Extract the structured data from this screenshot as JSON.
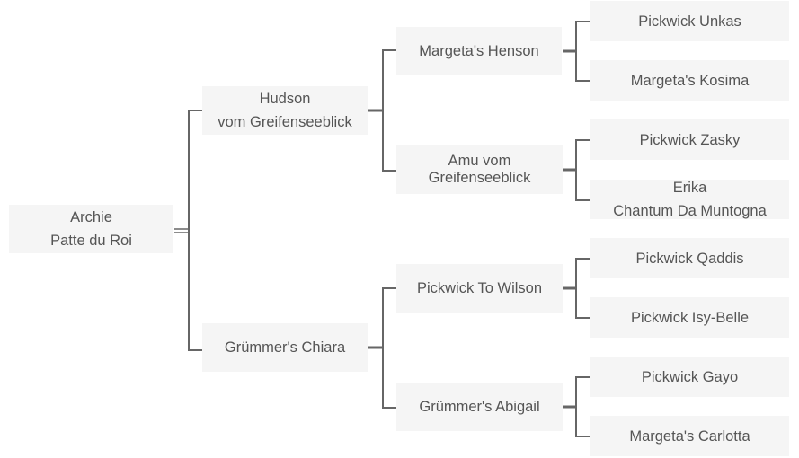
{
  "subject": {
    "line1": "Archie",
    "line2": "Patte du Roi"
  },
  "parents": [
    {
      "line1": "Hudson",
      "line2": "vom Greifenseeblick"
    },
    {
      "line1": "Grümmer's Chiara"
    }
  ],
  "grandparents": [
    {
      "line1": "Margeta's Henson"
    },
    {
      "line1": "Amu vom",
      "line2": "Greifenseeblick"
    },
    {
      "line1": "Pickwick To Wilson"
    },
    {
      "line1": "Grümmer's Abigail"
    }
  ],
  "great_grandparents": [
    {
      "line1": "Pickwick Unkas"
    },
    {
      "line1": "Margeta's Kosima"
    },
    {
      "line1": "Pickwick Zasky"
    },
    {
      "line1": "Erika",
      "line2": "Chantum Da Muntogna"
    },
    {
      "line1": "Pickwick Qaddis"
    },
    {
      "line1": "Pickwick Isy-Belle"
    },
    {
      "line1": "Pickwick Gayo"
    },
    {
      "line1": "Margeta's Carlotta"
    }
  ],
  "colors": {
    "box": "#f5f5f5",
    "text": "#555555",
    "line": "#666666"
  }
}
